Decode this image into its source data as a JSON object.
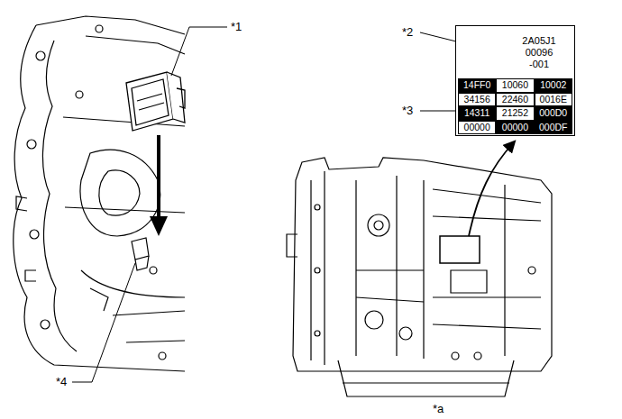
{
  "diagram": {
    "nodes": [
      {
        "text": [
          "2A05J1 00096 -001"
        ]
      }
    ],
    "labels": [
      "*1",
      "*2",
      "*3",
      "*4",
      "*a",
      "14FF0",
      "10060",
      "10002",
      "34156",
      "22460",
      "0016E",
      "14311",
      "21252",
      "000D0",
      "00000",
      "00000",
      "000DF"
    ]
  }
}
